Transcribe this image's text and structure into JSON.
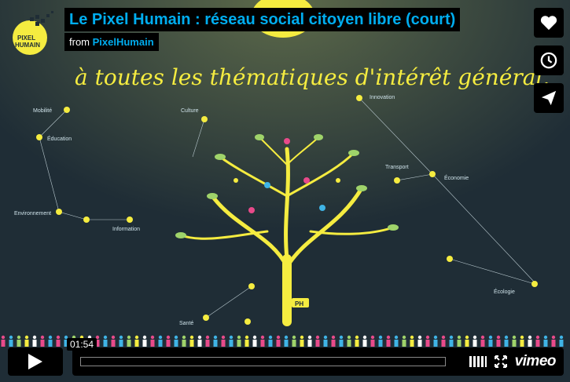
{
  "video": {
    "title": "Le Pixel Humain : réseau social citoyen libre (court)",
    "byline_prefix": "from",
    "author": "PixelHumain",
    "time": "01:54",
    "progress_fraction": 0.0
  },
  "logo": {
    "line1": "PIXEL",
    "line2": "HUMAIN"
  },
  "scene": {
    "headline": "à toutes les thématiques d'intérêt général.",
    "trunk_label": "PH",
    "topics": [
      "Mobilité",
      "Éducation",
      "Culture",
      "Innovation",
      "Transport",
      "Économie",
      "Environnement",
      "Information",
      "Santé",
      "Écologie"
    ]
  },
  "colors": {
    "accent": "#00adef",
    "yellow": "#f5ec40",
    "background": "#1f2d36"
  },
  "icons": {
    "like": "heart-icon",
    "watch_later": "clock-icon",
    "share": "paper-plane-icon",
    "play": "play-icon",
    "volume": "volume-bars-icon",
    "fullscreen": "fullscreen-icon"
  },
  "brand": "vimeo"
}
